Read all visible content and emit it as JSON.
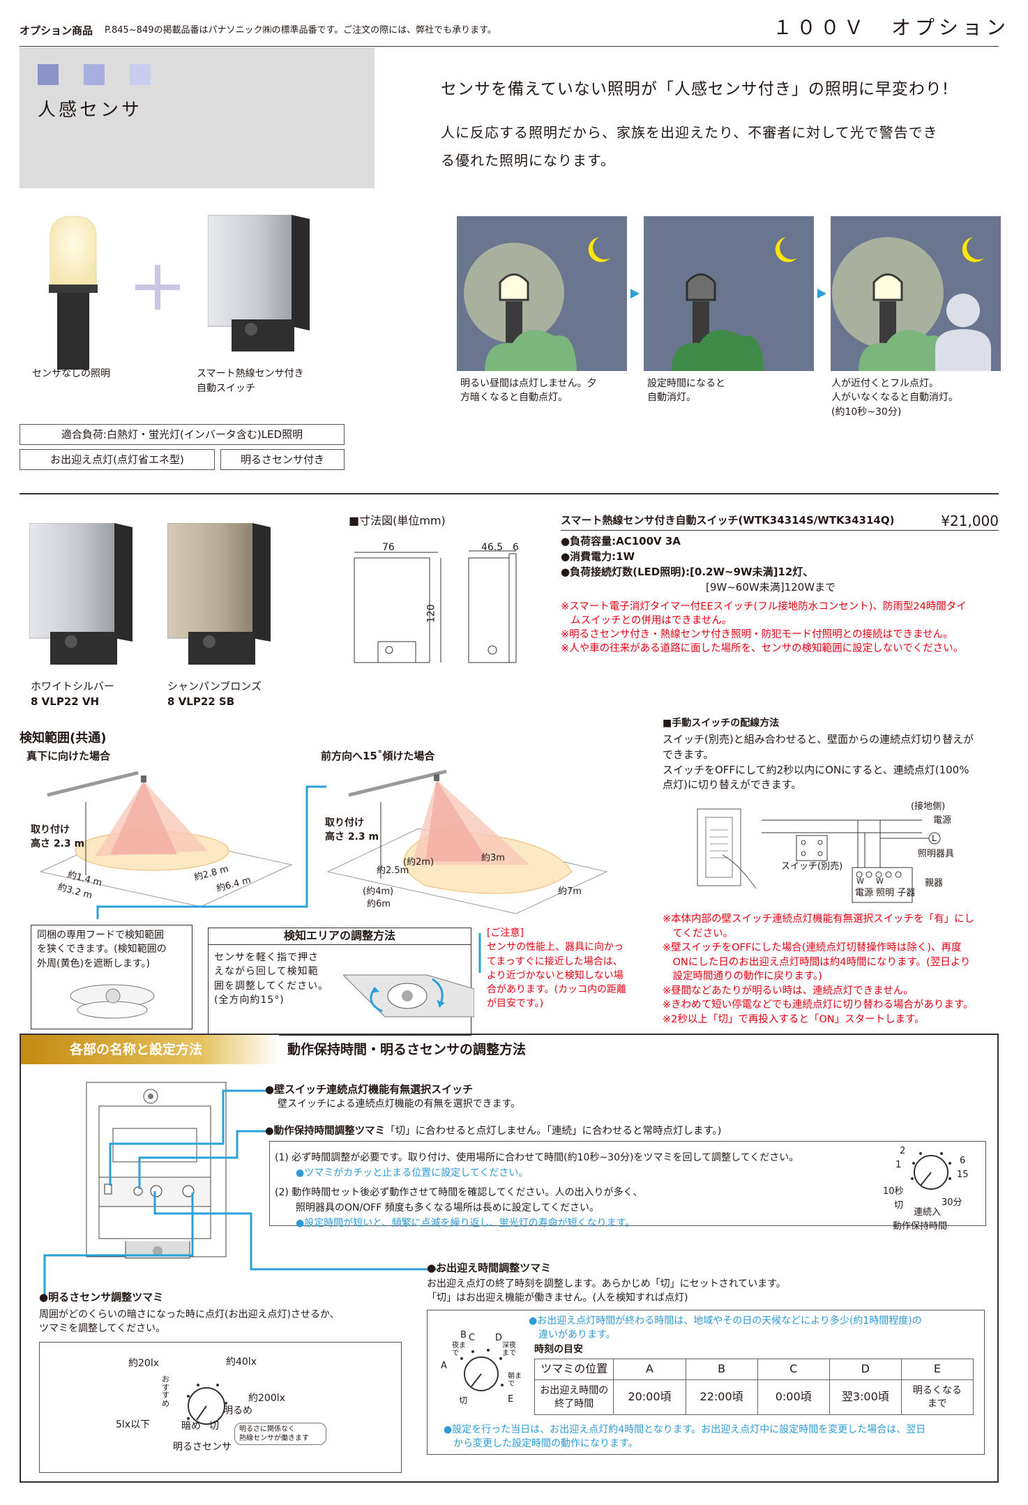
{
  "header": {
    "label": "オプション商品",
    "note": "P.845~849の掲載品番はパナソニック㈱の標準品番です。ご注文の際には、弊社でも承ります。",
    "title": "１００Ｖ　オプション"
  },
  "section": {
    "title": "人感センサ",
    "swatches": [
      "#8a94c8",
      "#a8aee0",
      "#c8cdf0"
    ],
    "headline": "センサを備えていない照明が「人感センサ付き」の照明に早変わり!",
    "desc1": "人に反応する照明だから、家族を出迎えたり、不審者に対して光で警告でき",
    "desc2": "る優れた照明になります。"
  },
  "products": {
    "plain_light": "センサなしの照明",
    "switch1": "スマート熱線センサ付き",
    "switch2": "自動スイッチ"
  },
  "scenes": [
    {
      "line1": "明るい昼間は点灯しません。夕",
      "line2": "方暗くなると自動点灯。",
      "line3": ""
    },
    {
      "line1": "設定時間になると",
      "line2": "自動消灯。",
      "line3": ""
    },
    {
      "line1": "人が近付くとフル点灯。",
      "line2": "人がいなくなると自動消灯。",
      "line3": "(約10秒~30分)"
    }
  ],
  "tags": {
    "load": "適合負荷:白熱灯・蛍光灯(インバータ含む)LED照明",
    "welcome": "お出迎え点灯(点灯省エネ型)",
    "bright": "明るさセンサ付き"
  },
  "colors": {
    "vh": {
      "name": "ホワイトシルバー",
      "code": "8 VLP22 VH"
    },
    "sb": {
      "name": "シャンパンブロンズ",
      "code": "8 VLP22 SB"
    }
  },
  "dims": {
    "title": "■寸法図(単位mm)",
    "w": "76",
    "h": "120",
    "d": "46.5",
    "d2": "6"
  },
  "spec": {
    "title": "スマート熱線センサ付き自動スイッチ(WTK34314S/WTK34314Q)",
    "price": "¥21,000",
    "items": [
      "●負荷容量:AC100V 3A",
      "●消費電力:1W",
      "●負荷接続灯数(LED照明):[0.2W~9W未満]12灯、",
      "[9W~60W未満]120Wまで"
    ],
    "notes": [
      "※スマート電子消灯タイマー付EEスイッチ(フル接地防水コンセント)、防雨型24時間タイ",
      "ムスイッチとの併用はできません。",
      "※明るさセンサ付き・熱線センサ付き照明・防犯モード付照明との接続はできません。",
      "※人や車の往来がある道路に面した場所を、センサの検知範囲に設定しないでください。"
    ]
  },
  "detect": {
    "title": "検知範囲(共通)",
    "down": "真下に向けた場合",
    "tilt": "前方向へ15˚傾けた場合",
    "h1": "取り付け",
    "h2": "高さ 2.3 m",
    "r1": "約1.4 m",
    "r2": "約3.2 m",
    "r3": "約2.8 m",
    "r4": "約6.4 m",
    "t1": "(約2m)",
    "t2": "約2.5m",
    "t3": "約3m",
    "t4": "(約4m)",
    "t5": "約6m",
    "t6": "約7m"
  },
  "hood": [
    "同梱の専用フードで検知範囲",
    "を狭くできます。(検知範囲の",
    "外周(黄色)を遮断します。)"
  ],
  "adjust": {
    "title": "検知エリアの調整方法",
    "text": [
      "センサを軽く指で押さ",
      "えながら回して検知範",
      "囲を調整してください。",
      "(全方向約15°)"
    ]
  },
  "caution": {
    "title": "[ご注意]",
    "text": [
      "センサの性能上、器具に向かっ",
      "てまっすぐに接近した場合は、",
      "より近づかないと検知しない場",
      "合があります。(カッコ内の距離",
      "が目安です。)"
    ]
  },
  "manual": {
    "title": "■手動スイッチの配線方法",
    "text": [
      "スイッチ(別売)と組み合わせると、壁面からの連続点灯切り替えが",
      "できます。",
      "スイッチをOFFにして約2秒以内にONにすると、連続点灯(100%",
      "点灯)に切り替えができます。"
    ],
    "ground": "(接地側)",
    "power": "電源",
    "fixture": "照明器具",
    "switch": "スイッチ(別売)",
    "unit": "親器",
    "l": "L",
    "w": "W",
    "terms": [
      "電源",
      "照明",
      "子器"
    ],
    "notes": [
      "※本体内部の壁スイッチ連続点灯機能有無選択スイッチを「有」にし",
      "　てください。",
      "※壁スイッチをOFFにした場合(連続点灯切替操作時は除く)、再度",
      "　ONにした日のお出迎え点灯時間は約4時間になります。(翌日より",
      "　設定時間通りの動作に戻ります。)",
      "※昼間などあたりが明るい時は、連続点灯できません。",
      "※きわめて短い停電などでも連続点灯に切り替わる場合があります。",
      "※2秒以上「切」で再投入すると「ON」スタートします。"
    ]
  },
  "parts": {
    "tab": "各部の名称と設定方法",
    "title": "動作保持時間・明るさセンサの調整方法",
    "wall": {
      "title": "●壁スイッチ連続点灯機能有無選択スイッチ",
      "desc": "壁スイッチによる連続点灯機能の有無を選択できます。"
    },
    "hold": {
      "title": "●動作保持時間調整ツマミ",
      "desc": "「切」に合わせると点灯しません。「連続」に合わせると常時点灯します。)",
      "l1": "(1) 必ず時間調整が必要です。取り付け、使用場所に合わせて時間(約10秒~30分)をツマミを回して調整してください。",
      "l2": "●ツマミがカチッと止まる位置に設定してください。",
      "l3": "(2) 動作時間セット後必ず動作させて時間を確認してください。人の出入りが多く、",
      "l4": "照明器具のON/OFF 頻度も多くなる場所は長めに設定してください。",
      "l5": "●設定時間が短いと、頻繁に点滅を繰り返し、蛍光灯の寿命が短くなります。",
      "dial": {
        "n2": "2",
        "n1": "1",
        "n6": "6",
        "n15": "15",
        "n10": "10秒",
        "n30": "30分",
        "off": "切",
        "cont": "連続入",
        "label": "動作保持時間"
      }
    },
    "welcome": {
      "title": "●お出迎え時間調整ツマミ",
      "d1": "お出迎え点灯の終了時刻を調整します。あらかじめ「切」にセットされています。",
      "d2": "「切」はお出迎え機能が働きません。(人を検知すれば点灯)",
      "note1": "●お出迎え点灯時間が終わる時間は、地域やその日の天候などにより多少(約1時間程度)の",
      "note2": "　違いがあります。",
      "sub": "時刻の目安",
      "dial": {
        "a": "A",
        "b": "B",
        "c": "C",
        "d": "D",
        "e": "E",
        "yoru": "夜まで",
        "shinya": "深夜まで",
        "asa": "朝まで",
        "kiri": "切"
      },
      "table": {
        "h": [
          "ツマミの位置",
          "A",
          "B",
          "C",
          "D",
          "E"
        ],
        "r1": "お出迎え時間の",
        "r2": "終了時間",
        "v": [
          "20:00頃",
          "22:00頃",
          "0:00頃",
          "翌3:00頃"
        ],
        "e1": "明るくなる",
        "e2": "まで"
      },
      "foot1": "●設定を行った当日は、お出迎え点灯約4時間となります。お出迎え点灯中に設定時間を変更した場合は、翌日",
      "foot2": "　から変更した設定時間の動作になります。"
    },
    "bright": {
      "title": "●明るさセンサ調整ツマミ",
      "d1": "周囲がどのくらいの暗さになった時に点灯(お出迎え点灯)させるか、",
      "d2": "ツマミを調整してください。",
      "l20": "約20lx",
      "l40": "約40lx",
      "l200": "約200lx",
      "l5": "5lx以下",
      "dark": "暗め",
      "kiri": "切",
      "light": "明るめ",
      "rec": "おすすめ",
      "label": "明るさセンサ",
      "note1": "明るさに関係なく",
      "note2": "熱線センサが働きます"
    }
  }
}
